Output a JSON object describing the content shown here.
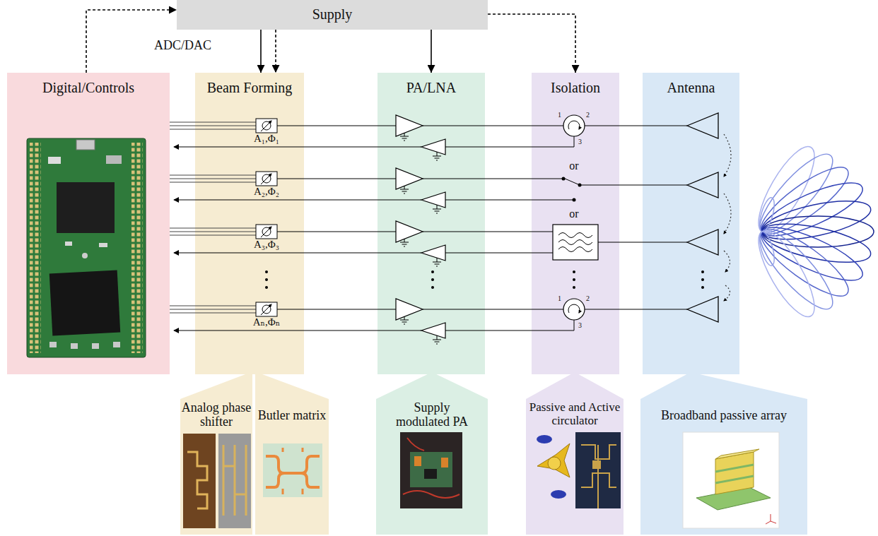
{
  "diagram": {
    "nodes": [
      {
        "text": [
          "Supply"
        ]
      },
      {
        "text": [
          "Digital/Controls"
        ]
      },
      {
        "text": [
          "Beam Forming"
        ]
      },
      {
        "text": [
          "PA/LNA"
        ]
      },
      {
        "text": [
          "Isolation"
        ]
      },
      {
        "text": [
          "Antenna"
        ]
      },
      {
        "text": [
          "Analog phase shifter"
        ]
      },
      {
        "text": [
          "Butler matrix"
        ]
      },
      {
        "text": [
          "Supply modulated PA"
        ]
      },
      {
        "text": [
          "Passive and Active circulator"
        ]
      },
      {
        "text": [
          "Broadband passive array"
        ]
      }
    ],
    "edges": [
      {
        "from": 1,
        "to": 0,
        "arrow": "to"
      },
      {
        "from": 0,
        "to": 2,
        "arrow": "to"
      },
      {
        "from": 0,
        "to": 2,
        "arrow": "to"
      },
      {
        "from": 0,
        "to": 3,
        "arrow": "to"
      },
      {
        "from": 0,
        "to": 4,
        "arrow": "to"
      }
    ],
    "labels": [
      "ADC/DAC",
      "A₁,Φ₁",
      "1",
      "2",
      "3",
      "or",
      "A₂,Φ₂",
      "or",
      "A₃,Φ₃",
      "Aₙ,Φₙ",
      "1",
      "2",
      "3"
    ]
  }
}
